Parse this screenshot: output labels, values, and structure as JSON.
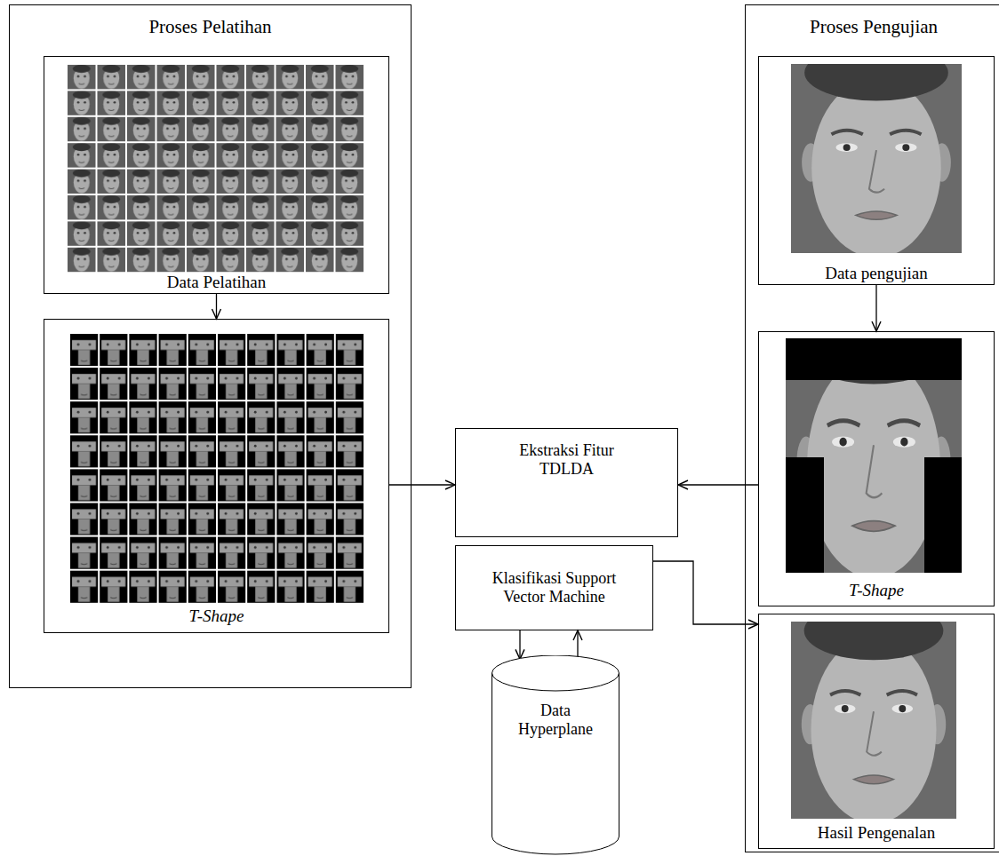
{
  "diagram": {
    "nodes": [
      {
        "text": [
          "Proses Pelatihan"
        ]
      },
      {
        "text": [
          "Data Pelatihan"
        ],
        "in": 0
      },
      {
        "text": [
          "T-Shape"
        ],
        "in": 0
      },
      {
        "text": [
          "Ekstraksi Fitur TDLDA"
        ]
      },
      {
        "text": [
          "Klasifikasi Support Vector Machine"
        ]
      },
      {
        "text": [
          "Data Hyperplane"
        ]
      },
      {
        "text": [
          "Proses Pengujian"
        ]
      },
      {
        "text": [
          "Data pengujian"
        ],
        "in": 6
      },
      {
        "text": [
          "T-Shape"
        ],
        "in": 6
      },
      {
        "text": [
          "Hasil Pengenalan"
        ],
        "in": 6
      }
    ],
    "edges": [
      {
        "from": 1,
        "to": 2,
        "arrow": "to"
      },
      {
        "from": 2,
        "to": 3,
        "arrow": "to"
      },
      {
        "from": 7,
        "to": 8,
        "arrow": "to"
      },
      {
        "from": 8,
        "to": 3,
        "arrow": "to"
      },
      {
        "from": 4,
        "to": 9,
        "arrow": "to"
      },
      {
        "from": 4,
        "to": 5,
        "arrow": "to"
      },
      {
        "from": 5,
        "to": 4,
        "arrow": "to"
      }
    ]
  }
}
